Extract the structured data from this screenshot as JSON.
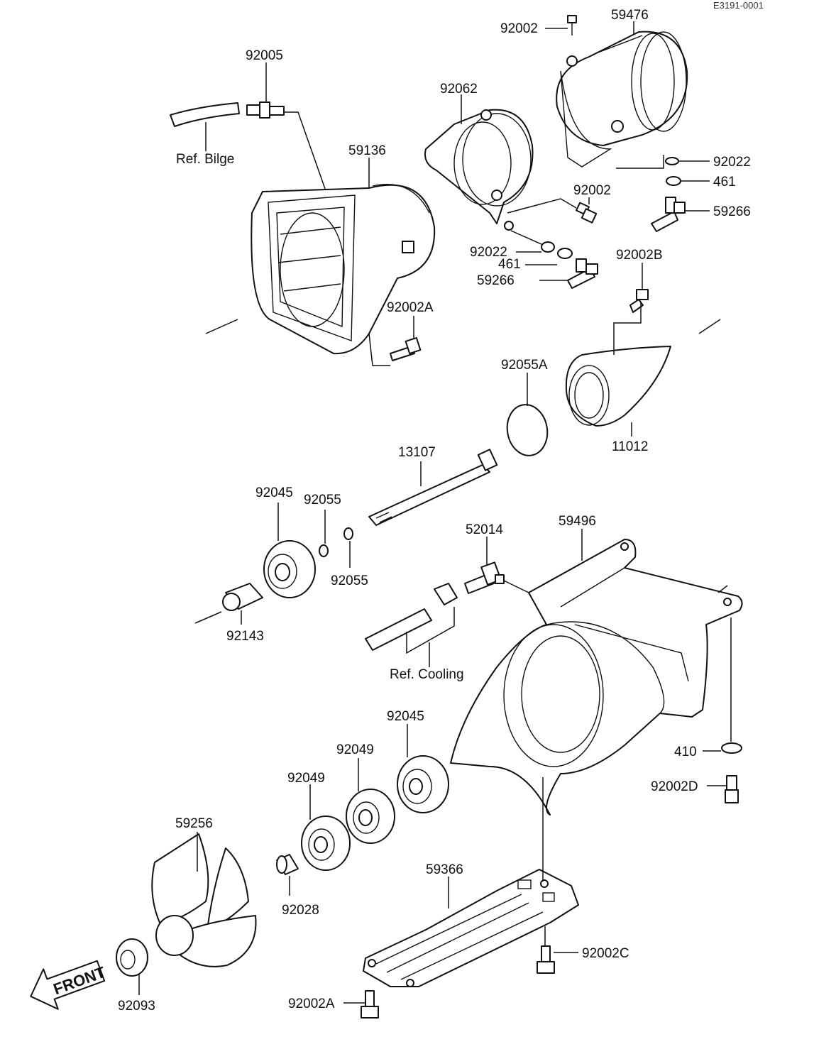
{
  "drawing_code": "E3191-0001",
  "front_label": "FRONT",
  "callouts": {
    "p92002_top": "92002",
    "p59476": "59476",
    "p92005": "92005",
    "p92062": "92062",
    "ref_bilge": "Ref. Bilge",
    "p59136": "59136",
    "p92022_r": "92022",
    "p461_r": "461",
    "p59266_r": "59266",
    "p92002_mid": "92002",
    "p92022_m": "92022",
    "p461_m": "461",
    "p59266_m": "59266",
    "p92002B": "92002B",
    "p92002A_top": "92002A",
    "p92055A": "92055A",
    "p11012": "11012",
    "p13107": "13107",
    "p92045_top": "92045",
    "p92055_a": "92055",
    "p92055_b": "92055",
    "p92143": "92143",
    "p52014": "52014",
    "p59496": "59496",
    "ref_cooling": "Ref. Cooling",
    "p92045_mid": "92045",
    "p92049_a": "92049",
    "p92049_b": "92049",
    "p410": "410",
    "p92002D": "92002D",
    "p59256": "59256",
    "p92028": "92028",
    "p59366": "59366",
    "p92002C": "92002C",
    "p92093": "92093",
    "p92002A_bot": "92002A"
  }
}
